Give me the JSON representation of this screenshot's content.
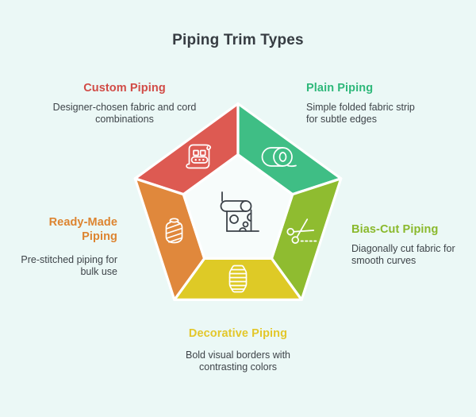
{
  "title": "Piping Trim Types",
  "background": "#ebf8f6",
  "inner_pentagon_color": "#f7fcfb",
  "center_icon": "fabric-bolt-icon",
  "segments": [
    {
      "id": "custom",
      "label": "Custom Piping",
      "description": "Designer-chosen fabric and cord combinations",
      "color": "#DD5A52",
      "label_color": "#D14B46",
      "icon": "patterned-fabric-icon"
    },
    {
      "id": "plain",
      "label": "Plain Piping",
      "description": "Simple folded fabric strip for subtle edges",
      "color": "#3FBE85",
      "label_color": "#2EB87A",
      "icon": "tape-roll-icon"
    },
    {
      "id": "bias",
      "label": "Bias-Cut Piping",
      "description": "Diagonally cut fabric for smooth curves",
      "color": "#8FBC30",
      "label_color": "#8AB92C",
      "icon": "scissors-icon"
    },
    {
      "id": "decorative",
      "label": "Decorative Piping",
      "description": "Bold visual borders with contrasting colors",
      "color": "#DECA26",
      "label_color": "#E3C72B",
      "icon": "thread-bobbin-icon"
    },
    {
      "id": "ready",
      "label": "Ready-Made Piping",
      "description": "Pre-stitched piping for bulk use",
      "color": "#E0883C",
      "label_color": "#DD8430",
      "icon": "thread-spool-icon"
    }
  ]
}
